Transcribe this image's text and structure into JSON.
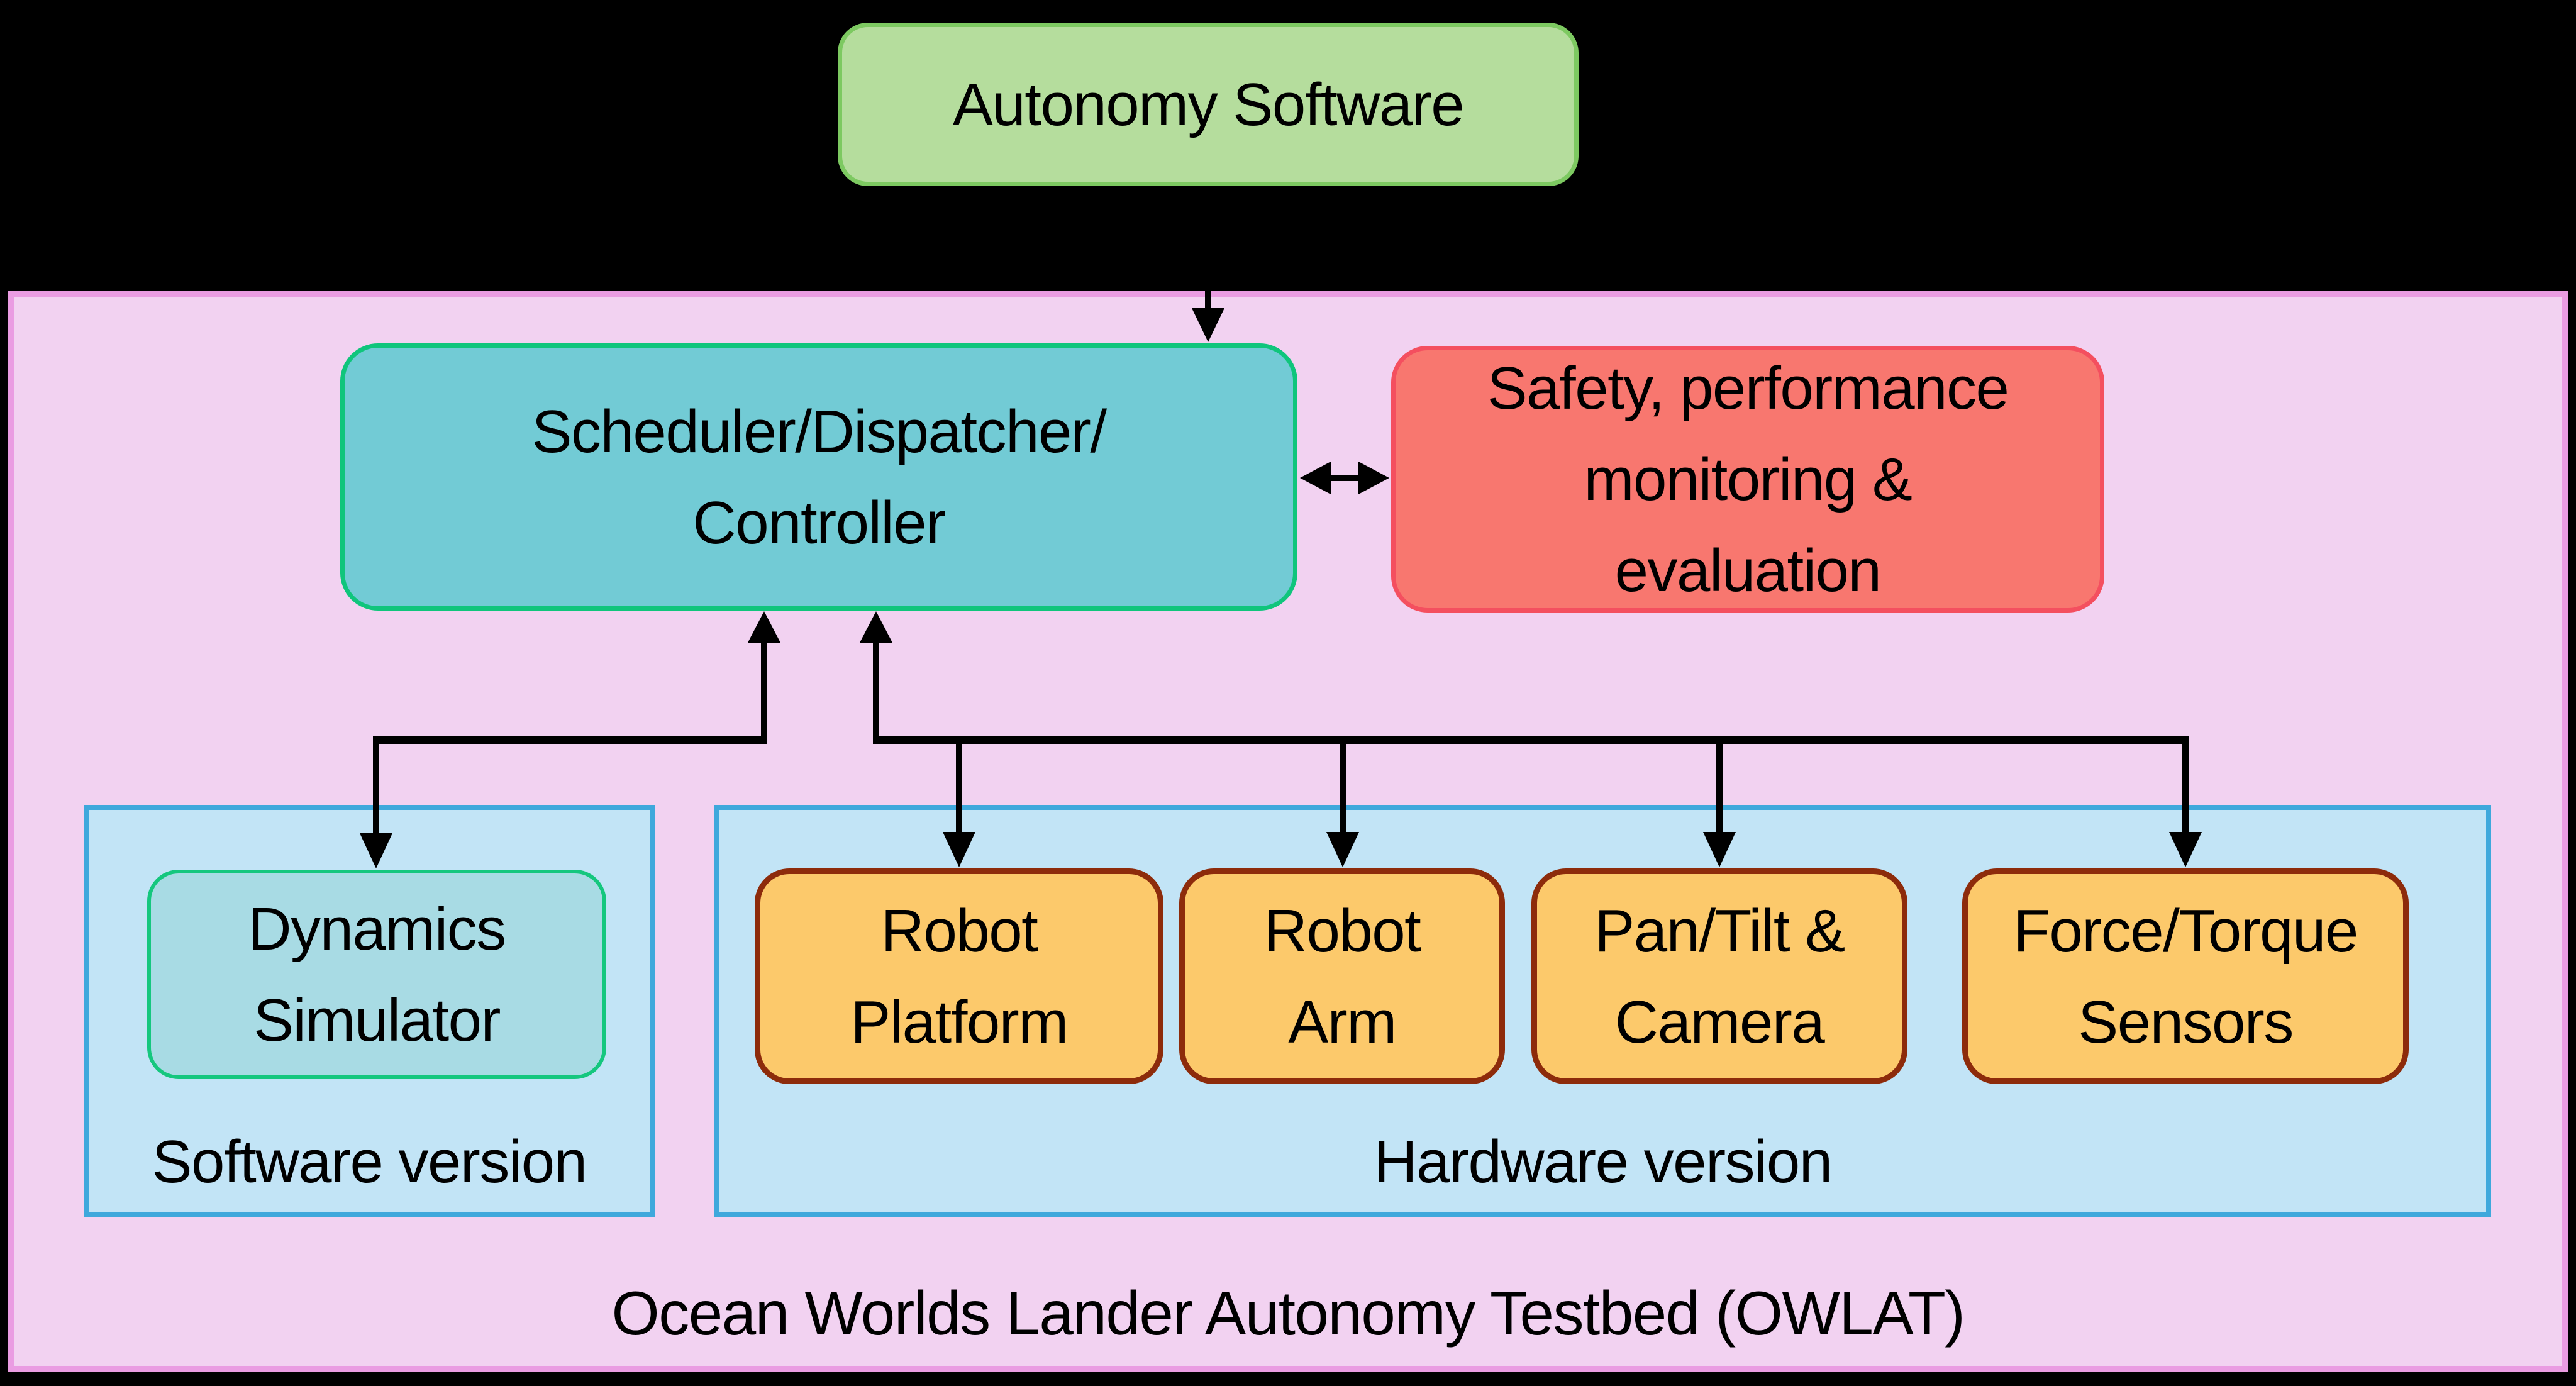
{
  "top_box": {
    "label": "Autonomy Software",
    "fill": "#b5dd9d",
    "border": "#7dc961"
  },
  "owlat": {
    "title": "Ocean Worlds Lander Autonomy Testbed (OWLAT)",
    "fill": "#f2d2f1",
    "border": "#ea9ce2",
    "scheduler": {
      "lines": [
        "Scheduler/Dispatcher/",
        "Controller"
      ],
      "fill": "#72cbd5",
      "border": "#10c57c"
    },
    "safety": {
      "lines": [
        "Safety, performance",
        "monitoring &",
        "evaluation"
      ],
      "fill": "#f8776f",
      "border": "#f44f5f"
    },
    "software_version": {
      "label": "Software version",
      "fill": "#c2e4f6",
      "border": "#3fa8dc",
      "dynamics_simulator": {
        "lines": [
          "Dynamics",
          "Simulator"
        ],
        "fill": "#a8dbe4",
        "border": "#15c77e"
      }
    },
    "hardware_version": {
      "label": "Hardware version",
      "fill": "#c2e4f6",
      "border": "#3fa8dc",
      "component_fill": "#fcc96b",
      "component_border": "#8d2b0b",
      "components": [
        {
          "lines": [
            "Robot",
            "Platform"
          ]
        },
        {
          "lines": [
            "Robot",
            "Arm"
          ]
        },
        {
          "lines": [
            "Pan/Tilt &",
            "Camera"
          ]
        },
        {
          "lines": [
            "Force/Torque",
            "Sensors"
          ]
        }
      ]
    },
    "arrow_color": "#000000"
  }
}
